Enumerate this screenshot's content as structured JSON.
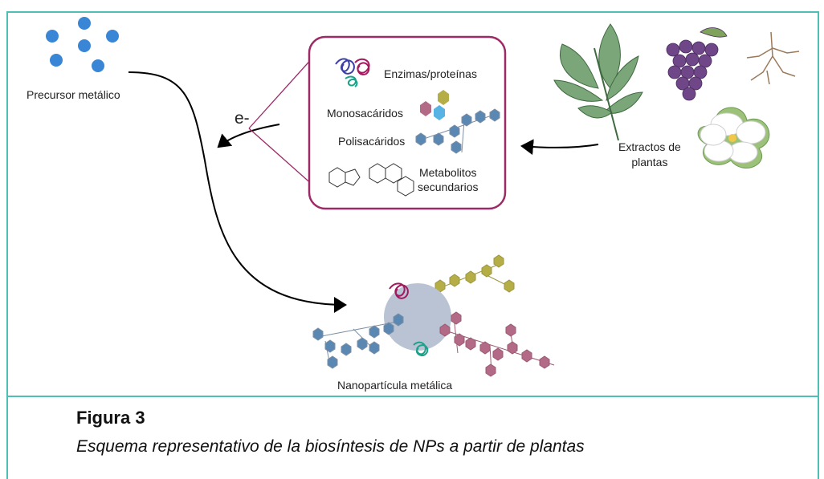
{
  "diagram": {
    "precursor_label": "Precursor metálico",
    "electron_label": "e-",
    "components": {
      "enzymes": "Enzimas/proteínas",
      "monosaccharides": "Monosacáridos",
      "polysaccharides": "Polisacáridos",
      "metabolites": "Metabolitos\nsecundarios"
    },
    "extracts_label": "Extractos de\nplantas",
    "nanoparticle_label": "Nanopartícula metálica"
  },
  "caption": {
    "number": "Figura 3",
    "text": "Esquema representativo de la biosíntesis de NPs a partir de plantas"
  },
  "colors": {
    "frame": "#4dbfb4",
    "box_border": "#9c2a67",
    "precursor_dot": "#3a86d6",
    "hexagon_blue": "#5b88b3",
    "hexagon_olive": "#b5ad45",
    "hexagon_pink": "#b36a86",
    "nanoparticle": "#b9c3d4",
    "leaf": "#7aa67a",
    "grape": "#6f4687"
  }
}
